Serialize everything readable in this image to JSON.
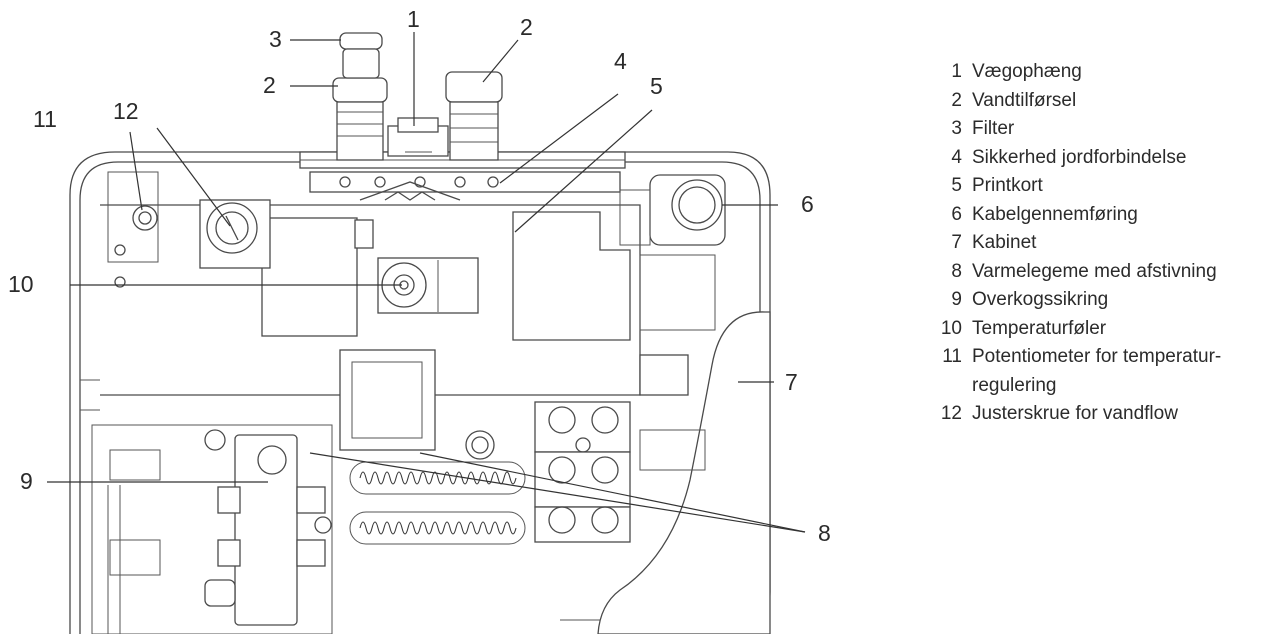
{
  "diagram": {
    "callouts": [
      {
        "id": "1",
        "label": "1"
      },
      {
        "id": "2a",
        "label": "2"
      },
      {
        "id": "2b",
        "label": "2"
      },
      {
        "id": "3",
        "label": "3"
      },
      {
        "id": "4",
        "label": "4"
      },
      {
        "id": "5",
        "label": "5"
      },
      {
        "id": "6",
        "label": "6"
      },
      {
        "id": "7",
        "label": "7"
      },
      {
        "id": "8",
        "label": "8"
      },
      {
        "id": "9",
        "label": "9"
      },
      {
        "id": "10",
        "label": "10"
      },
      {
        "id": "11",
        "label": "11"
      },
      {
        "id": "12",
        "label": "12"
      }
    ]
  },
  "legend": {
    "items": [
      {
        "num": "1",
        "text": "Vægophæng"
      },
      {
        "num": "2",
        "text": "Vandtilførsel"
      },
      {
        "num": "3",
        "text": "Filter"
      },
      {
        "num": "4",
        "text": "Sikkerhed jordforbindelse"
      },
      {
        "num": "5",
        "text": "Printkort"
      },
      {
        "num": "6",
        "text": "Kabelgennemføring"
      },
      {
        "num": "7",
        "text": "Kabinet"
      },
      {
        "num": "8",
        "text": "Varmelegeme med afstivning"
      },
      {
        "num": "9",
        "text": "Overkogssikring"
      },
      {
        "num": "10",
        "text": "Temperaturføler"
      },
      {
        "num": "11",
        "text": "Potentiometer for temperatur-\nregulering"
      },
      {
        "num": "12",
        "text": "Justerskrue for vandflow"
      }
    ]
  }
}
